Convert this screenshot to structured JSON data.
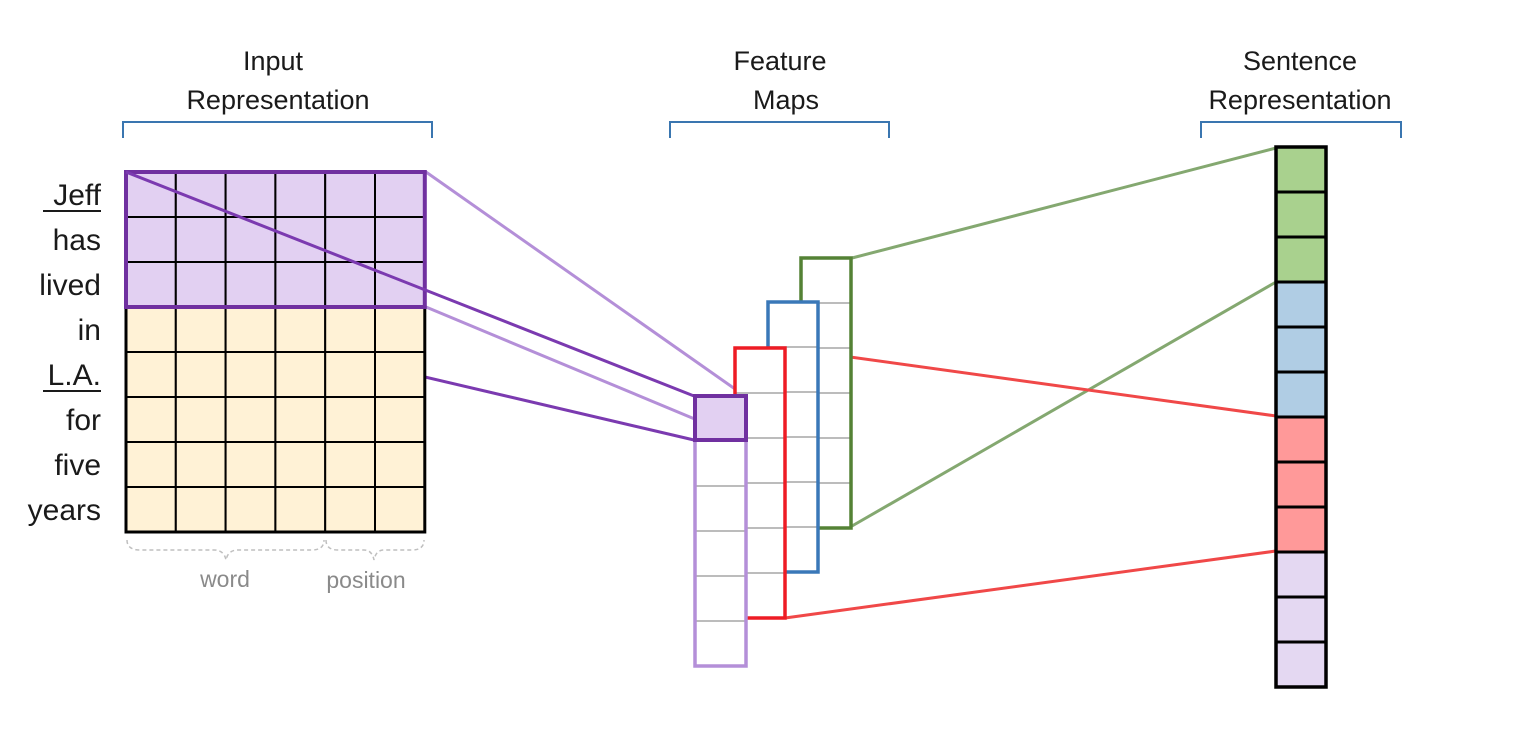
{
  "headers": {
    "input": [
      "Input",
      "Representation"
    ],
    "feature": [
      "Feature",
      "Maps"
    ],
    "sentence": [
      "Sentence",
      "Representation"
    ]
  },
  "words": [
    "Jeff",
    "has",
    "lived",
    "in",
    "L.A.",
    "for",
    "five",
    "years"
  ],
  "underlined_words": [
    "Jeff",
    "L.A."
  ],
  "input_sublabels": {
    "word": "word",
    "position": "position"
  },
  "input_matrix": {
    "rows": 8,
    "cols": 6,
    "highlighted_rows": 3
  },
  "feature_map_rows": 6,
  "sentence_vector": [
    "green",
    "green",
    "green",
    "blue",
    "blue",
    "blue",
    "red",
    "red",
    "red",
    "purple",
    "purple",
    "purple"
  ],
  "colors": {
    "input_cell": "#fff2d6",
    "window_fill": "#e2d0f2",
    "window_border": "#7030a0",
    "light_purple": "#b48fd8",
    "purple_conn": "#7b3ab0",
    "red": "#ee1c24",
    "red_conn": "#f04848",
    "blue": "#3a78b8",
    "green": "#548235",
    "green_conn": "#84a870",
    "vec_green": "#a9d18e",
    "vec_blue": "#b0cde4",
    "vec_red": "#ff9999",
    "vec_purple": "#e4d8f2",
    "bracket": "#3a76b0",
    "grid": "#000000",
    "thin_grid": "#a6a6a6"
  }
}
